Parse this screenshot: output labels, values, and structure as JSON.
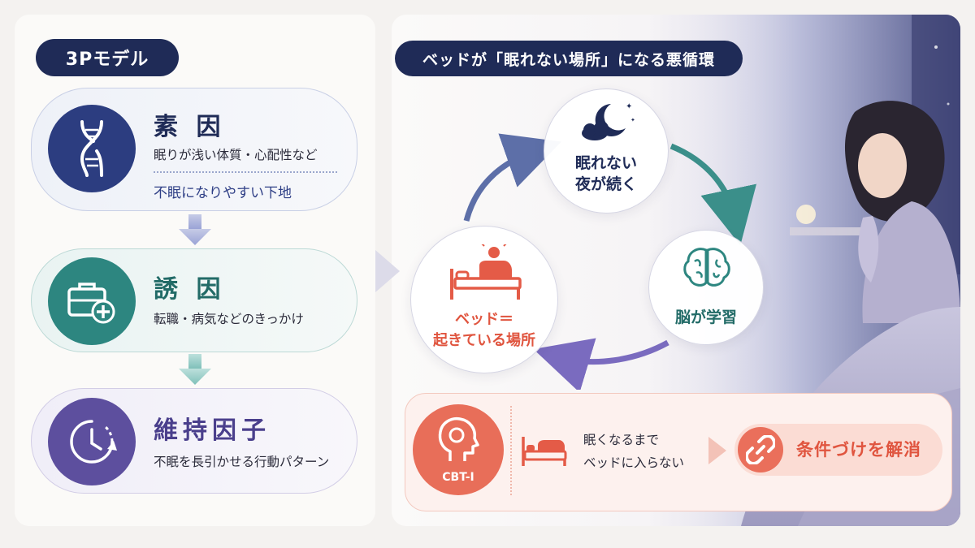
{
  "left": {
    "title": "3Pモデル",
    "factors": [
      {
        "heading": "素 因",
        "description": "眠りが浅い体質・心配性など",
        "sub": "不眠になりやすい下地",
        "icon": "dna-icon",
        "color": "#2c3d80"
      },
      {
        "heading": "誘 因",
        "description": "転職・病気などのきっかけ",
        "icon": "briefcase-medical-icon",
        "color": "#2d8680"
      },
      {
        "heading": "維持因子",
        "description": "不眠を長引かせる行動パターン",
        "icon": "clock-icon",
        "color": "#5d4f9e"
      }
    ]
  },
  "right": {
    "title": "ベッドが「眠れない場所」になる悪循環",
    "cycle": {
      "night": {
        "line1": "眠れない",
        "line2": "夜が続く",
        "icon": "moon-cloud-icon"
      },
      "brain": {
        "label": "脳が学習",
        "icon": "brain-icon"
      },
      "bed": {
        "line1": "ベッド＝",
        "line2": "起きている場所",
        "icon": "person-in-bed-icon"
      }
    },
    "cbt": {
      "label": "CBT-I",
      "text_line1": "眠くなるまで",
      "text_line2": "ベッドに入らない",
      "result": "条件づけを解消",
      "icons": [
        "head-icon",
        "bed-icon",
        "broken-link-icon"
      ]
    }
  },
  "colors": {
    "navy": "#1f2b57",
    "teal": "#2d8680",
    "purple": "#5d4f9e",
    "coral": "#e86e59"
  }
}
